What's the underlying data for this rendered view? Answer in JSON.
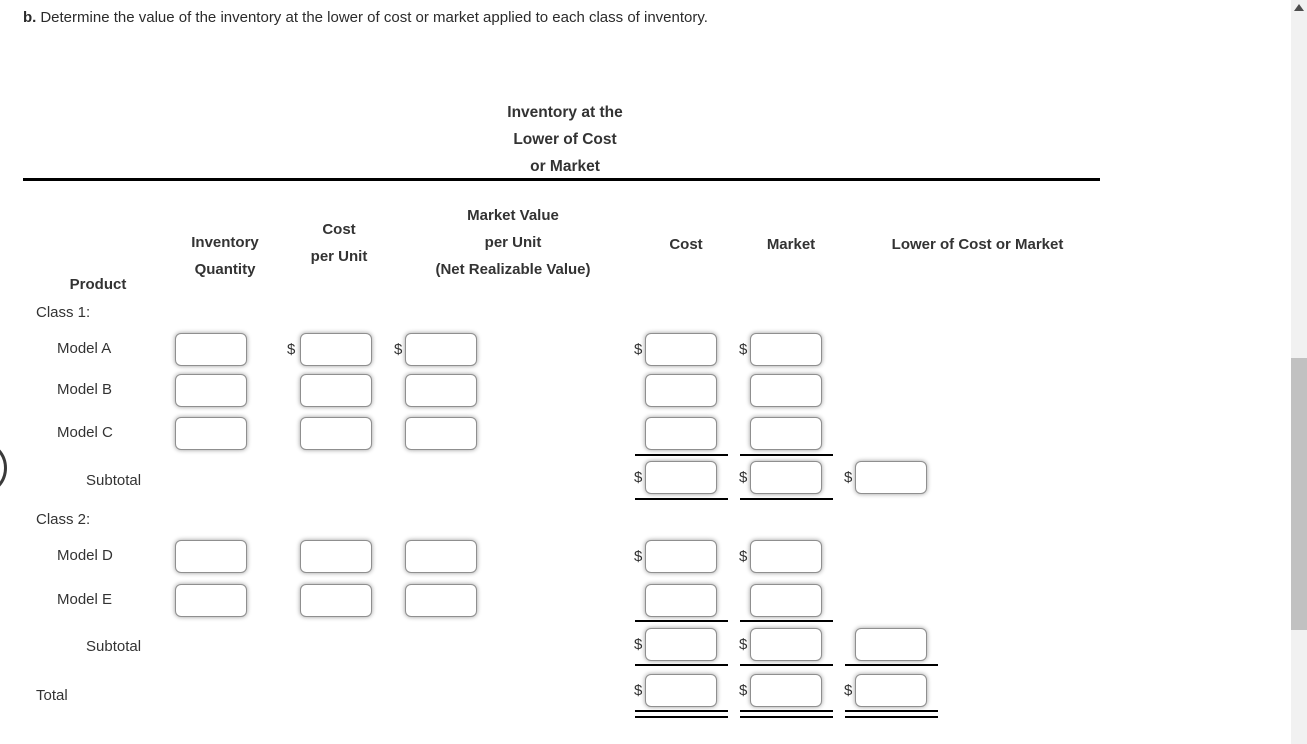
{
  "prompt": {
    "letter": "b.",
    "text": "Determine the value of the inventory at the lower of cost or market applied to each class of inventory."
  },
  "table": {
    "spanner_line1": "Inventory at the",
    "spanner_line2": "Lower of Cost",
    "spanner_line3": "or Market",
    "columns": {
      "product": "Product",
      "qty_line1": "Inventory",
      "qty_line2": "Quantity",
      "cpu_line1": "Cost",
      "cpu_line2": "per Unit",
      "mv_line1": "Market Value",
      "mv_line2": "per Unit",
      "mv_line3": "(Net Realizable Value)",
      "cost": "Cost",
      "market": "Market",
      "lcm": "Lower of Cost or Market"
    },
    "currency": "$",
    "rows": {
      "class1": "Class 1:",
      "model_a": "Model A",
      "model_b": "Model B",
      "model_c": "Model C",
      "subtotal1": "Subtotal",
      "class2": "Class 2:",
      "model_d": "Model D",
      "model_e": "Model E",
      "subtotal2": "Subtotal",
      "total": "Total"
    }
  },
  "inputs": {
    "empty": ""
  }
}
